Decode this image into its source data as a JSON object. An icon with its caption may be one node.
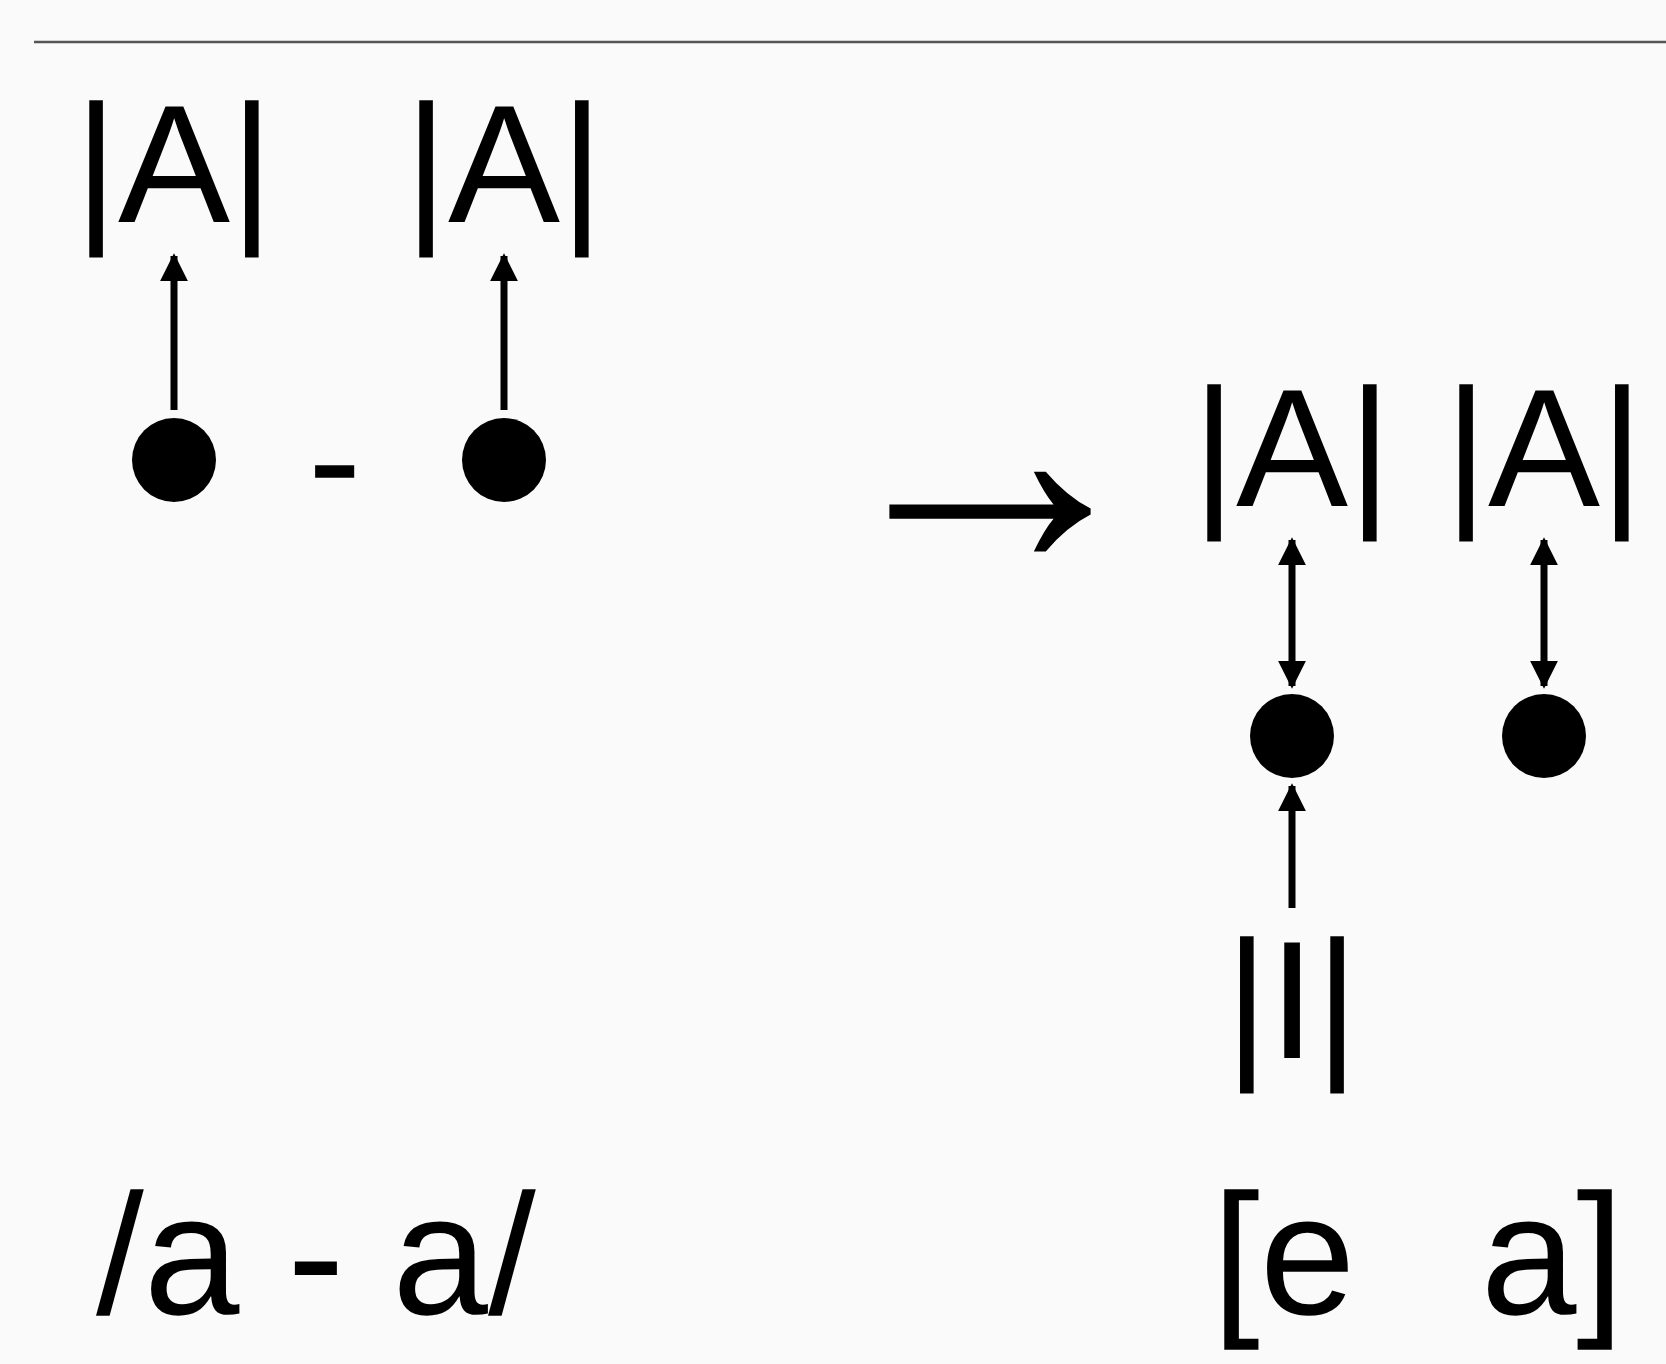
{
  "diagram": {
    "nodes": [
      {
        "text": [
          "|A|"
        ]
      },
      {
        "text": [
          "|A|"
        ]
      },
      {
        "text": [],
        "shape": "circle"
      },
      {
        "text": [],
        "shape": "circle"
      },
      {
        "text": [
          "|A|"
        ]
      },
      {
        "text": [
          "|A|"
        ]
      },
      {
        "text": [],
        "shape": "circle"
      },
      {
        "text": [],
        "shape": "circle"
      },
      {
        "text": [
          "|I|"
        ]
      }
    ],
    "edges": [
      {
        "from": 2,
        "to": 0,
        "arrow": "to"
      },
      {
        "from": 3,
        "to": 1,
        "arrow": "to"
      },
      {
        "from": 6,
        "to": 4,
        "arrow": "both"
      },
      {
        "from": 7,
        "to": 5,
        "arrow": "both"
      },
      {
        "from": 8,
        "to": 6,
        "arrow": "to"
      }
    ],
    "labels": [
      "-",
      "→",
      "/a - a/",
      "[e a]"
    ]
  }
}
